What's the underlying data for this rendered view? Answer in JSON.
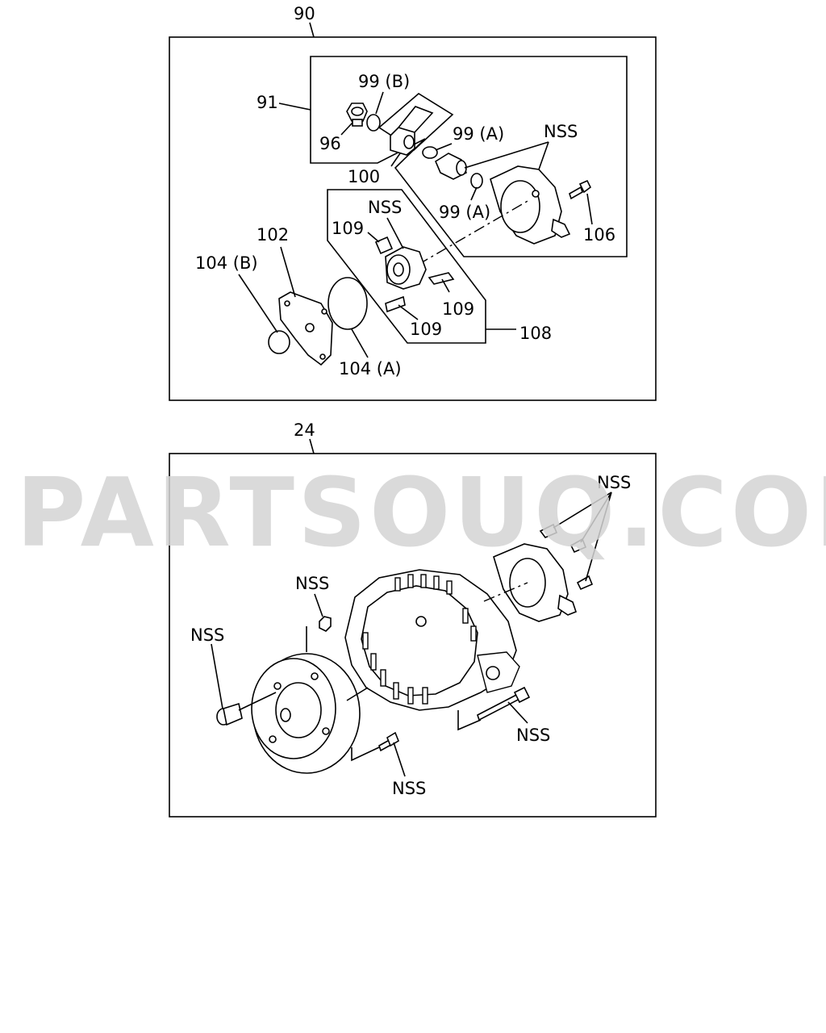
{
  "watermark": "PARTSOUQ.COM",
  "upper_panel": {
    "ref": "90",
    "labels": {
      "l91": "91",
      "l99b": "99 (B)",
      "l96": "96",
      "l100": "100",
      "l99a_1": "99 (A)",
      "l99a_2": "99 (A)",
      "l_nss_top": "NSS",
      "l_nss_mid": "NSS",
      "l106": "106",
      "l109_1": "109",
      "l109_2": "109",
      "l109_3": "109",
      "l108": "108",
      "l102": "102",
      "l104b": "104 (B)",
      "l104a": "104 (A)"
    }
  },
  "lower_panel": {
    "ref": "24",
    "labels": {
      "nss_top_right": "NSS",
      "nss_nut": "NSS",
      "nss_pin": "NSS",
      "nss_long_bolt": "NSS",
      "nss_short_bolt": "NSS"
    }
  },
  "colors": {
    "line": "#000000",
    "watermark": "#d4d4d4",
    "background": "#ffffff"
  }
}
